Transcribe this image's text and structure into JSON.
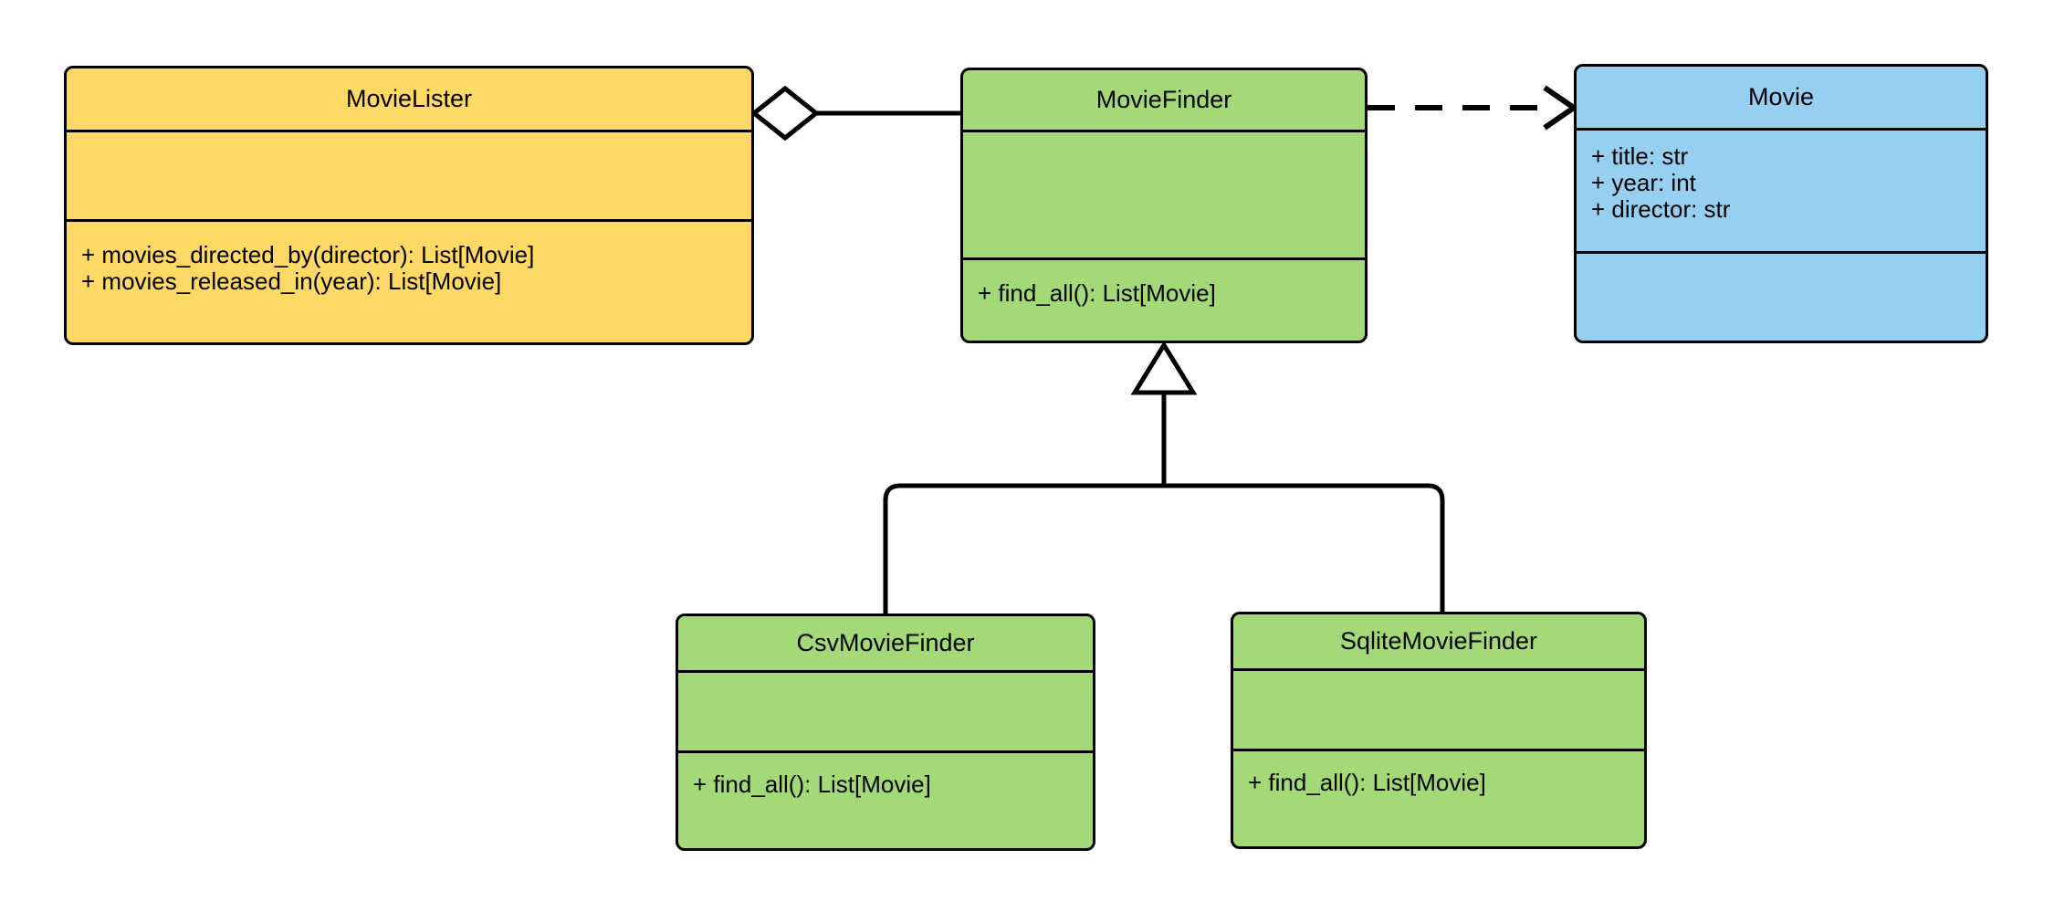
{
  "diagram": {
    "kind": "uml-class-diagram",
    "background": "#ffffff",
    "stroke": "#000000"
  },
  "colors": {
    "yellow": "#ffd966",
    "green": "#a3d977",
    "blue": "#97cff0",
    "line": "#000000",
    "arrowhead_fill": "#ffffff"
  },
  "classes": {
    "movie_lister": {
      "name": "MovieLister",
      "fill": "#ffd966",
      "attributes": [],
      "operations": [
        "+ movies_directed_by(director): List[Movie]",
        "+ movies_released_in(year): List[Movie]"
      ]
    },
    "movie_finder": {
      "name": "MovieFinder",
      "fill": "#a3d977",
      "attributes": [],
      "operations": [
        "+ find_all(): List[Movie]"
      ]
    },
    "movie": {
      "name": "Movie",
      "fill": "#97cff0",
      "attributes": [
        "+ title: str",
        "+ year: int",
        "+ director: str"
      ],
      "operations": []
    },
    "csv_movie_finder": {
      "name": "CsvMovieFinder",
      "fill": "#a3d977",
      "attributes": [],
      "operations": [
        "+ find_all(): List[Movie]"
      ]
    },
    "sqlite_movie_finder": {
      "name": "SqliteMovieFinder",
      "fill": "#a3d977",
      "attributes": [],
      "operations": [
        "+ find_all(): List[Movie]"
      ]
    }
  },
  "relationships": [
    {
      "id": "aggregation-lister-finder",
      "type": "aggregation",
      "source": "MovieLister",
      "target": "MovieFinder",
      "marker": "hollow-diamond",
      "line": "solid",
      "label": ""
    },
    {
      "id": "dependency-finder-movie",
      "type": "dependency",
      "source": "MovieFinder",
      "target": "Movie",
      "marker": "open-arrow",
      "line": "dashed",
      "label": ""
    },
    {
      "id": "generalization-csv-finder",
      "type": "generalization",
      "source": "CsvMovieFinder",
      "target": "MovieFinder",
      "marker": "hollow-triangle",
      "line": "solid",
      "label": ""
    },
    {
      "id": "generalization-sqlite-finder",
      "type": "generalization",
      "source": "SqliteMovieFinder",
      "target": "MovieFinder",
      "marker": "hollow-triangle",
      "line": "solid",
      "label": ""
    }
  ]
}
